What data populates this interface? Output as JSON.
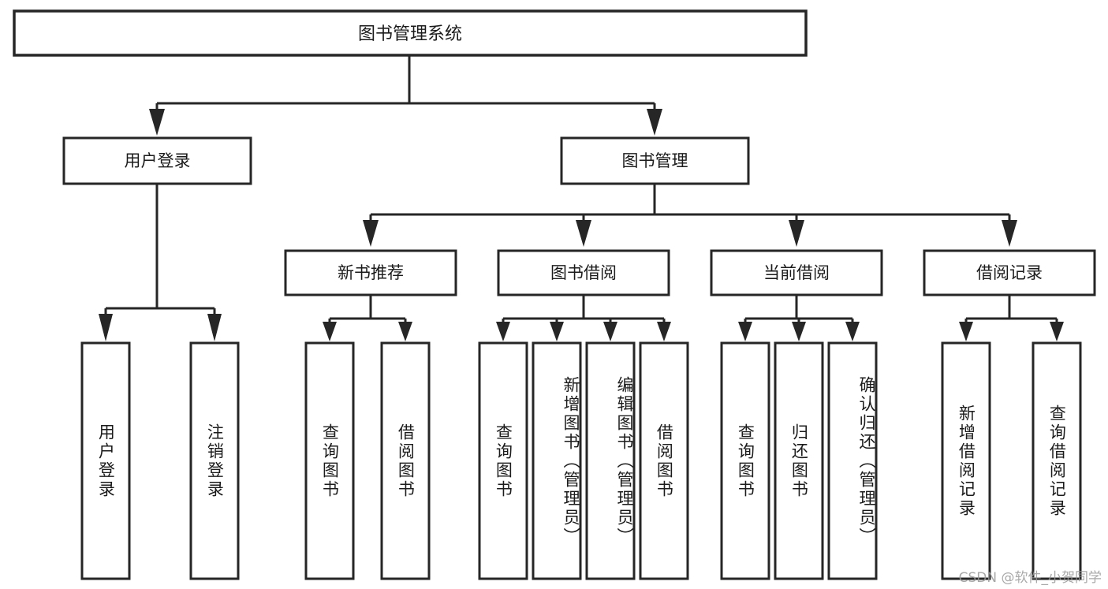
{
  "diagram": {
    "title": "图书管理系统",
    "type": "tree-hierarchy-chart",
    "watermark": "CSDN @软件_小贺同学",
    "colors": {
      "box_stroke": "#262626",
      "box_fill": "#ffffff",
      "text": "#1b1b1b",
      "background": "#ffffff",
      "watermark": "#9a9a9a"
    },
    "root": {
      "label": "图书管理系统"
    },
    "level1": [
      {
        "label": "用户登录"
      },
      {
        "label": "图书管理"
      }
    ],
    "level2": [
      {
        "label": "新书推荐"
      },
      {
        "label": "图书借阅"
      },
      {
        "label": "当前借阅"
      },
      {
        "label": "借阅记录"
      }
    ],
    "leaves": [
      {
        "label": "用户登录",
        "parent": "用户登录"
      },
      {
        "label": "注销登录",
        "parent": "用户登录"
      },
      {
        "label": "查询图书",
        "parent": "新书推荐"
      },
      {
        "label": "借阅图书",
        "parent": "新书推荐"
      },
      {
        "label": "查询图书",
        "parent": "图书借阅"
      },
      {
        "label": "新增图书（管理员）",
        "parent": "图书借阅"
      },
      {
        "label": "编辑图书（管理员）",
        "parent": "图书借阅"
      },
      {
        "label": "借阅图书",
        "parent": "图书借阅"
      },
      {
        "label": "查询图书",
        "parent": "当前借阅"
      },
      {
        "label": "归还图书",
        "parent": "当前借阅"
      },
      {
        "label": "确认归还（管理员）",
        "parent": "当前借阅"
      },
      {
        "label": "新增借阅记录",
        "parent": "借阅记录"
      },
      {
        "label": "查询借阅记录",
        "parent": "借阅记录"
      }
    ]
  }
}
